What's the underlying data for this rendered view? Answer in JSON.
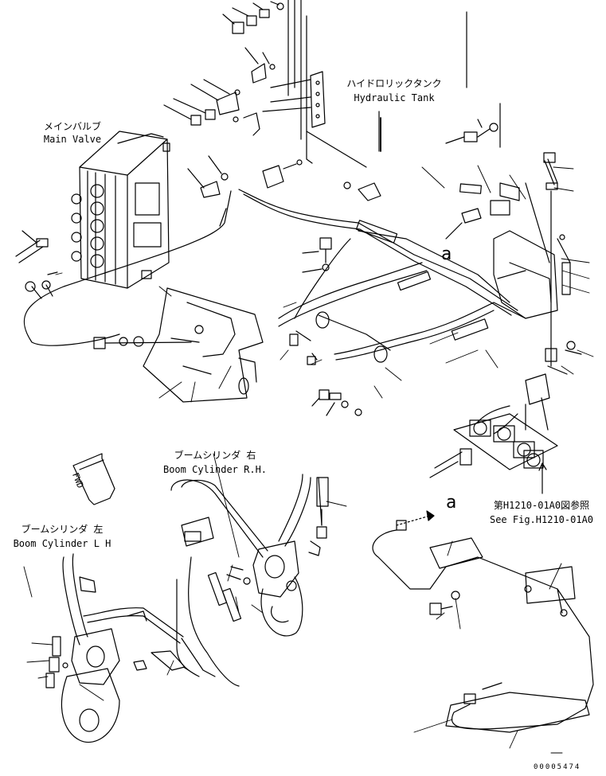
{
  "labels": {
    "main_valve_jp": "メインバルブ",
    "main_valve_en": "Main Valve",
    "hydraulic_tank_jp": "ハイドロリックタンク",
    "hydraulic_tank_en": "Hydraulic Tank",
    "boom_cyl_rh_jp": "ブームシリンダ 右",
    "boom_cyl_rh_en": "Boom Cylinder R.H.",
    "boom_cyl_lh_jp": "ブームシリンダ 左",
    "boom_cyl_lh_en": "Boom Cylinder L H",
    "see_fig_jp": "第H1210-01A0図参照",
    "see_fig_en": "See Fig.H1210-01A0",
    "ref_a_upper": "a",
    "ref_a_lower": "a",
    "fwd": "FWD",
    "doc_number": "00005474"
  }
}
